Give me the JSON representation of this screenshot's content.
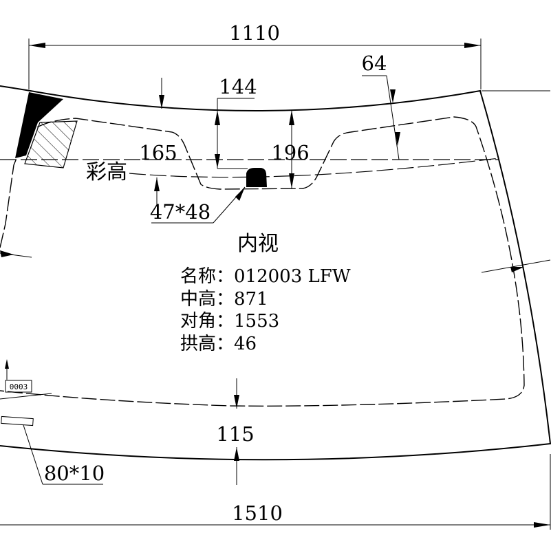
{
  "dimensions": {
    "top_width": "1110",
    "bottom_width": "1510",
    "edge_band": "64",
    "bracket_width": "144",
    "left_band_depth": "165",
    "bracket_depth": "196",
    "sensor_size": "47*48",
    "bottom_band": "115",
    "label_size": "80*10"
  },
  "shade_band_label": "彩高",
  "view_label": "内视",
  "info": {
    "name_key": "名称：",
    "name_val": "012003 LFW",
    "height_key": "中高：",
    "height_val": "871",
    "diagonal_key": "对角：",
    "diagonal_val": "1553",
    "arch_key": "拱高：",
    "arch_val": "46"
  },
  "stamp_label": "0003"
}
